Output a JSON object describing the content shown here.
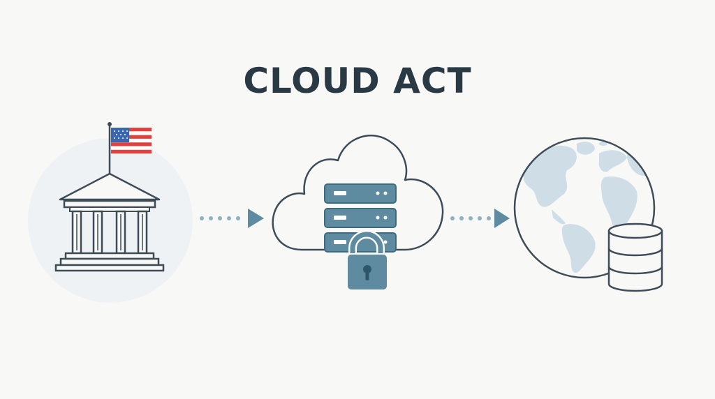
{
  "title": "CLOUD ACT",
  "nodes": [
    {
      "id": "government",
      "icon": "government-building-with-us-flag-icon"
    },
    {
      "id": "cloud-server",
      "icon": "cloud-server-lock-icon"
    },
    {
      "id": "global-data",
      "icon": "globe-database-icon"
    }
  ],
  "connectors": [
    {
      "from": "government",
      "to": "cloud-server",
      "style": "dotted-arrow"
    },
    {
      "from": "cloud-server",
      "to": "global-data",
      "style": "dotted-arrow"
    }
  ],
  "colors": {
    "background": "#f8f8f7",
    "title": "#2a3a45",
    "outline": "#3d4c57",
    "accent": "#5f8ba0",
    "accent_dark": "#3e6a80",
    "globe_land": "#cfdde6",
    "circle_bg": "#eef2f5",
    "flag_red": "#e0433f",
    "flag_blue": "#3a66b0"
  }
}
